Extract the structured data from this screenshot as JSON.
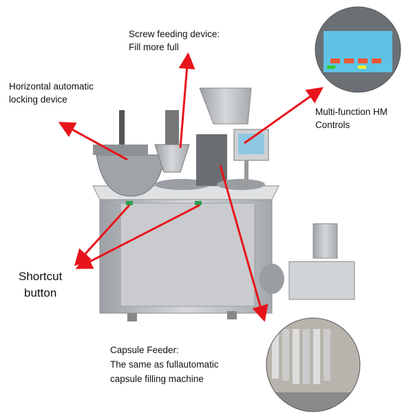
{
  "labels": {
    "screw": [
      "Screw feeding device:",
      "Fill more full"
    ],
    "horizontal": [
      "Horizontal automatic",
      "locking device"
    ],
    "hmi": [
      "Multi-function HM",
      "Controls"
    ],
    "shortcut": [
      "Shortcut",
      "button"
    ],
    "feeder": [
      "Capsule Feeder:",
      "The same as fullautomatic",
      "capsule filling machine"
    ]
  },
  "colors": {
    "arrow": "#e8141b",
    "steel": "#b9bcc0",
    "screen": "#5ec3e6"
  }
}
